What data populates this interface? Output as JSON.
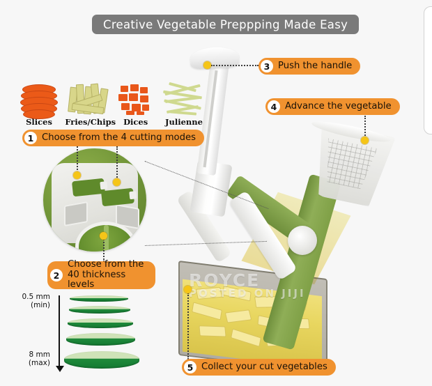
{
  "page": {
    "background_color": "#f7f7f7",
    "accent_color": "#f0922f",
    "title_bg_color": "#7a7a7a",
    "dot_color": "#f5c518",
    "title": "Creative Vegetable Preppping Made Easy"
  },
  "cutting_modes": [
    {
      "label": "Slices",
      "icon": "carrot-slices-icon"
    },
    {
      "label": "Fries/Chips",
      "icon": "potato-fries-icon"
    },
    {
      "label": "Dices",
      "icon": "diced-carrot-icon"
    },
    {
      "label": "Julienne",
      "icon": "julienne-zucchini-icon"
    }
  ],
  "steps": [
    {
      "number": "1",
      "text": "Choose from the 4 cutting modes"
    },
    {
      "number": "2",
      "text": "Choose from the 40 thickness levels"
    },
    {
      "number": "3",
      "text": "Push the handle"
    },
    {
      "number": "4",
      "text": "Advance the vegetable"
    },
    {
      "number": "5",
      "text": "Collect your cut vegetables"
    }
  ],
  "thickness_scale": {
    "min_label": "0.5 mm\n(min)",
    "min_value": "0.5 mm",
    "min_note": "(min)",
    "max_value": "8 mm",
    "max_note": "(max)",
    "slice_count": 5
  },
  "watermark": {
    "line1": "ROYCE",
    "line2": "POSTED ON JIJI"
  }
}
